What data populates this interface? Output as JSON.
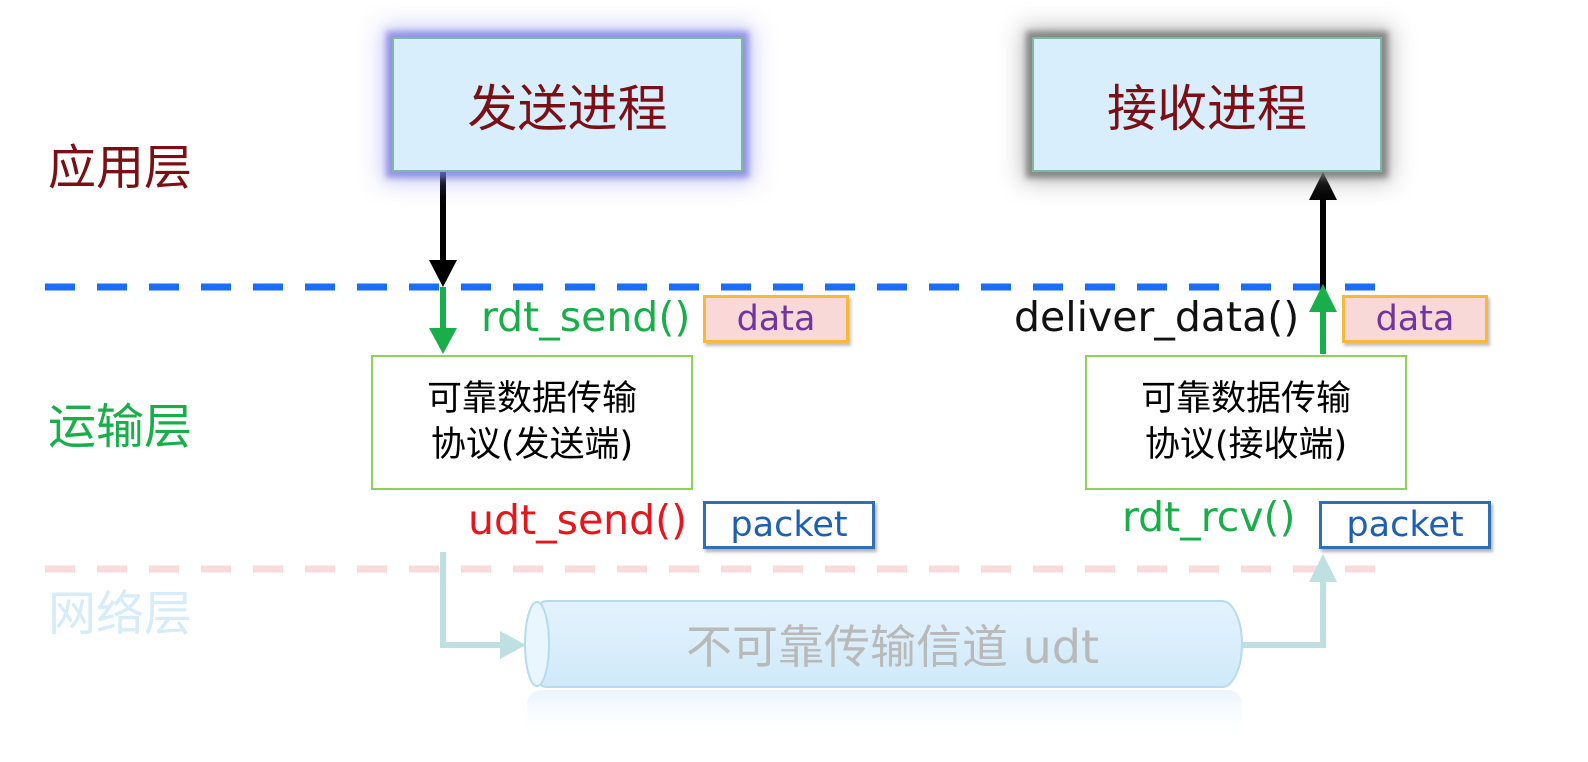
{
  "layers": {
    "application": "应用层",
    "transport": "运输层",
    "network": "网络层"
  },
  "processes": {
    "sender": "发送进程",
    "receiver": "接收进程"
  },
  "protocols": {
    "sender_line1": "可靠数据传输",
    "sender_line2": "协议(发送端)",
    "receiver_line1": "可靠数据传输",
    "receiver_line2": "协议(接收端)"
  },
  "functions": {
    "rdt_send": "rdt_send()",
    "udt_send": "udt_send()",
    "deliver_data": "deliver_data()",
    "rdt_rcv": "rdt_rcv()"
  },
  "tags": {
    "data_send": "data",
    "data_recv": "data",
    "packet_send": "packet",
    "packet_recv": "packet"
  },
  "channel": {
    "label": "不可靠传输信道 udt"
  },
  "colors": {
    "application_layer": "#7a1016",
    "transport_layer": "#1aae4a",
    "network_layer": "#d6ecf8",
    "app_transport_boundary": "#1a6ef5",
    "transport_network_boundary": "#fadada",
    "rdt_send": "#1aae4a",
    "udt_send": "#e8151d",
    "deliver_data": "#111111",
    "rdt_rcv": "#1aae4a"
  }
}
